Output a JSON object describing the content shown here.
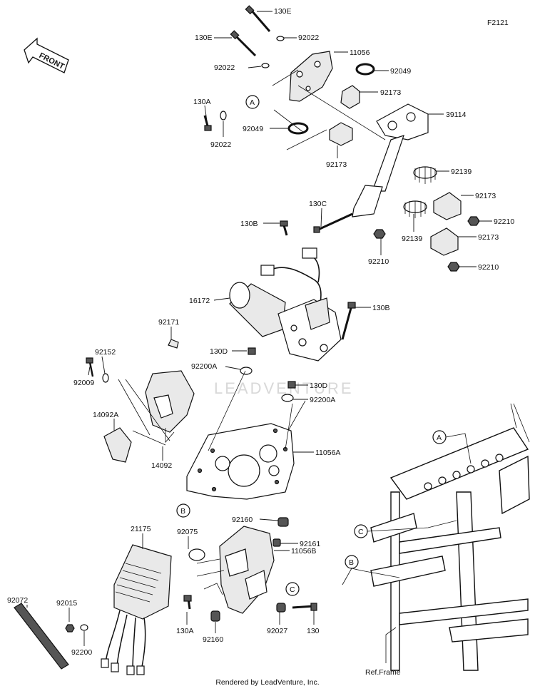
{
  "figure_code": "F2121",
  "front_arrow": {
    "label": "FRONT"
  },
  "watermark": "LEADVENTURE",
  "footer": "Rendered by LeadVenture, Inc.",
  "callout_letters": {
    "a": "A",
    "b": "B",
    "c": "C"
  },
  "frame_ref": "Ref.Frame",
  "part_labels": {
    "p130E_a": "130E",
    "p130E_b": "130E",
    "p92022_a": "92022",
    "p11056": "11056",
    "p92022_b": "92022",
    "p92049_a": "92049",
    "p130A_a": "130A",
    "p92173_a": "92173",
    "p39114": "39114",
    "p92022_c": "92022",
    "p92049_b": "92049",
    "p92173_b": "92173",
    "p92139_a": "92139",
    "p92173_c": "92173",
    "p130C": "130C",
    "p92210_a": "92210",
    "p130B_a": "130B",
    "p92139_b": "92139",
    "p92173_d": "92173",
    "p92210_b": "92210",
    "p92210_c": "92210",
    "p16172": "16172",
    "p130B_b": "130B",
    "p92171": "92171",
    "p130D_a": "130D",
    "p92152": "92152",
    "p92200A_a": "92200A",
    "p92009": "92009",
    "p130D_b": "130D",
    "p92200A_b": "92200A",
    "p14092A": "14092A",
    "p11056A": "11056A",
    "p14092": "14092",
    "p21175": "21175",
    "p92075": "92075",
    "p92160_a": "92160",
    "p92161": "92161",
    "p11056B": "11056B",
    "p92072": "92072",
    "p92015": "92015",
    "p130A_b": "130A",
    "p92160_b": "92160",
    "p92027": "92027",
    "p130": "130",
    "p92200": "92200"
  }
}
